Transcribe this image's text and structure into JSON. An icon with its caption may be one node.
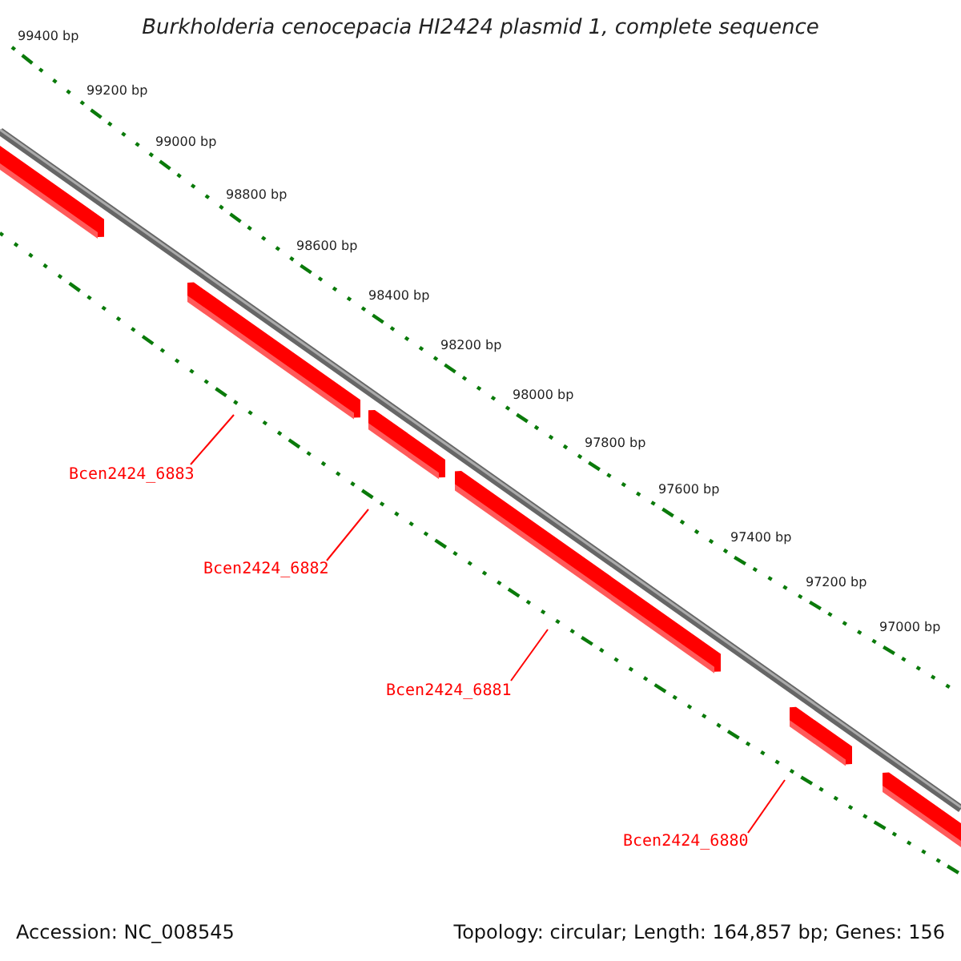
{
  "diagram": {
    "title": "Burkholderia cenocepacia HI2424 plasmid 1, complete sequence",
    "nodes": [
      {
        "text": [
          "Bcen2424_6883"
        ]
      },
      {
        "text": [
          "Bcen2424_6882"
        ]
      },
      {
        "text": [
          "Bcen2424_6881"
        ]
      },
      {
        "text": [
          "Bcen2424_6880"
        ]
      }
    ],
    "edges": [
      {
        "from": 0,
        "to": null,
        "arrow": "none"
      },
      {
        "from": 1,
        "to": null,
        "arrow": "none"
      },
      {
        "from": 2,
        "to": null,
        "arrow": "none"
      },
      {
        "from": 3,
        "to": null,
        "arrow": "none"
      }
    ],
    "labels": [
      "99400 bp",
      "99200 bp",
      "99000 bp",
      "98800 bp",
      "98600 bp",
      "98400 bp",
      "98200 bp",
      "98000 bp",
      "97800 bp",
      "97600 bp",
      "97400 bp",
      "97200 bp",
      "97000 bp",
      "Accession: NC_008545",
      "Topology: circular; Length: 164,857 bp; Genes: 156"
    ]
  }
}
